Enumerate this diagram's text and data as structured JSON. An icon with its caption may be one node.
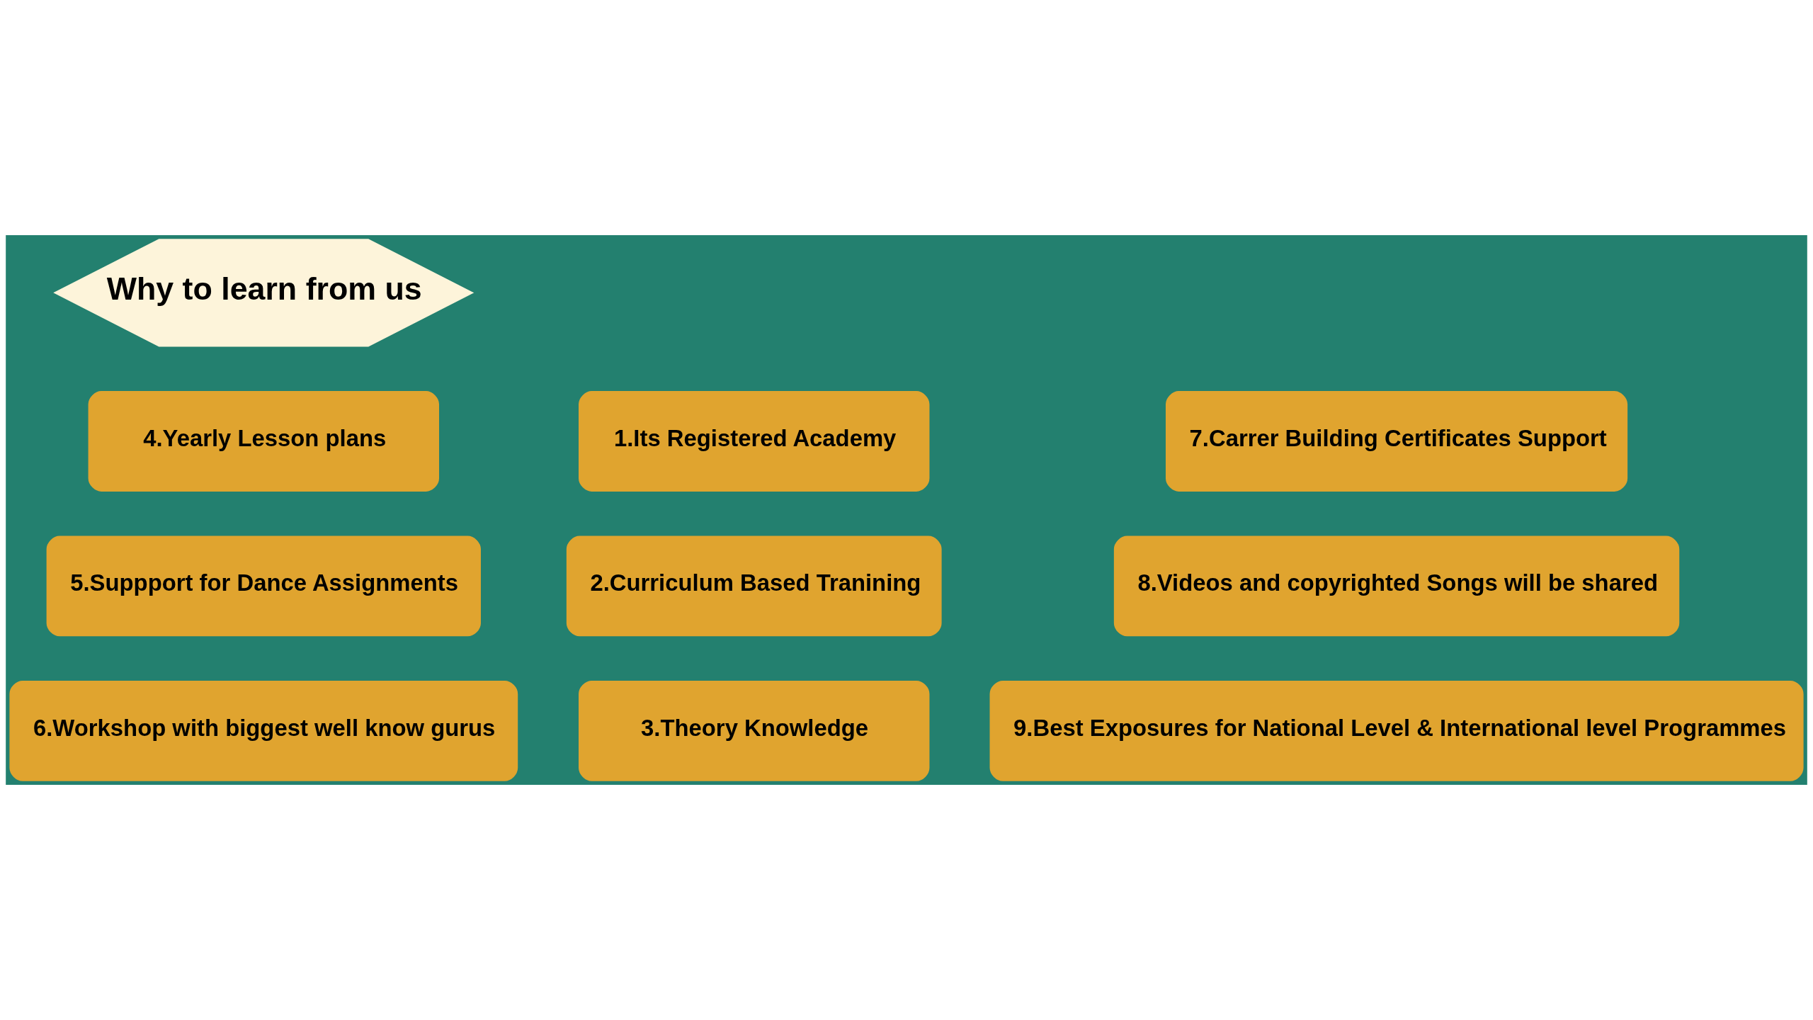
{
  "diagram": {
    "nodes": [
      {
        "text": [
          "Why to learn from us"
        ]
      },
      {
        "text": [
          "1.Its Registered Academy"
        ]
      },
      {
        "text": [
          "2.Curriculum Based Tranining"
        ]
      },
      {
        "text": [
          "3.Theory Knowledge"
        ]
      },
      {
        "text": [
          "4.Yearly Lesson plans"
        ]
      },
      {
        "text": [
          "5.Suppport for Dance Assignments"
        ]
      },
      {
        "text": [
          "6.Workshop with biggest well know gurus"
        ]
      },
      {
        "text": [
          "7.Carrer Building Certificates Support"
        ]
      },
      {
        "text": [
          "8.Videos and copyrighted Songs will be shared"
        ]
      },
      {
        "text": [
          "9.Best Exposures for National Level & International level Programmes"
        ]
      }
    ],
    "edges": []
  }
}
